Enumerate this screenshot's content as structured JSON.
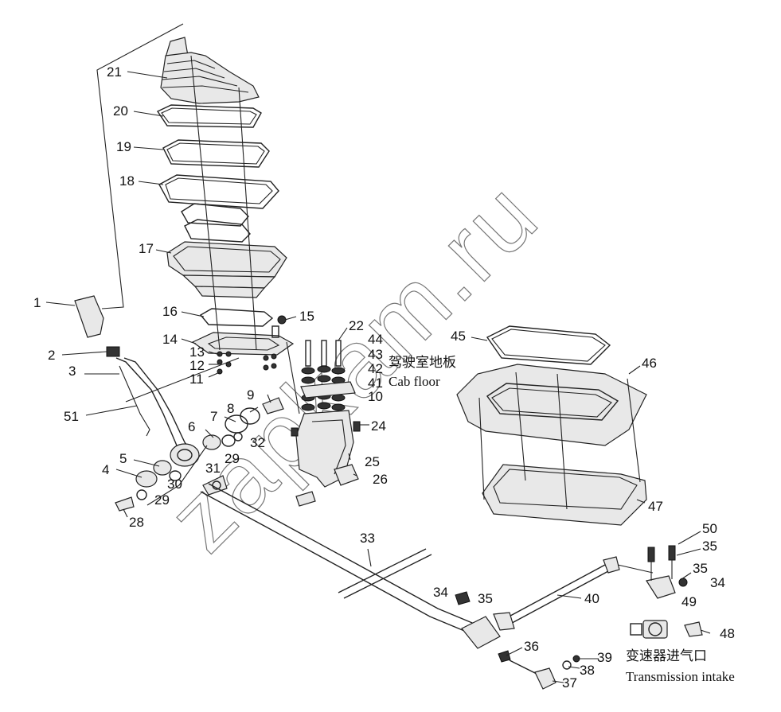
{
  "watermark": "zapkam.ru",
  "labels": {
    "p1": "1",
    "p2": "2",
    "p3": "3",
    "p4": "4",
    "p5": "5",
    "p6": "6",
    "p7": "7",
    "p8": "8",
    "p9": "9",
    "p10": "10",
    "p11": "11",
    "p12": "12",
    "p13": "13",
    "p14": "14",
    "p15": "15",
    "p16": "16",
    "p17": "17",
    "p18": "18",
    "p19": "19",
    "p20": "20",
    "p21": "21",
    "p22": "22",
    "p24": "24",
    "p25": "25",
    "p26": "26",
    "p28": "28",
    "p29a": "29",
    "p29b": "29",
    "p30": "30",
    "p31": "31",
    "p32": "32",
    "p33": "33",
    "p34a": "34",
    "p34b": "34",
    "p35a": "35",
    "p35b": "35",
    "p35c": "35",
    "p36": "36",
    "p37": "37",
    "p38": "38",
    "p39": "39",
    "p40": "40",
    "p41": "41",
    "p42": "42",
    "p43": "43",
    "p44": "44",
    "p45": "45",
    "p46": "46",
    "p47": "47",
    "p48": "48",
    "p49": "49",
    "p50": "50",
    "p51": "51"
  },
  "captions": {
    "cab_floor_cn": "驾驶室地板",
    "cab_floor_en": "Cab floor",
    "intake_cn": "变速器进气口",
    "intake_en": "Transmission intake"
  }
}
